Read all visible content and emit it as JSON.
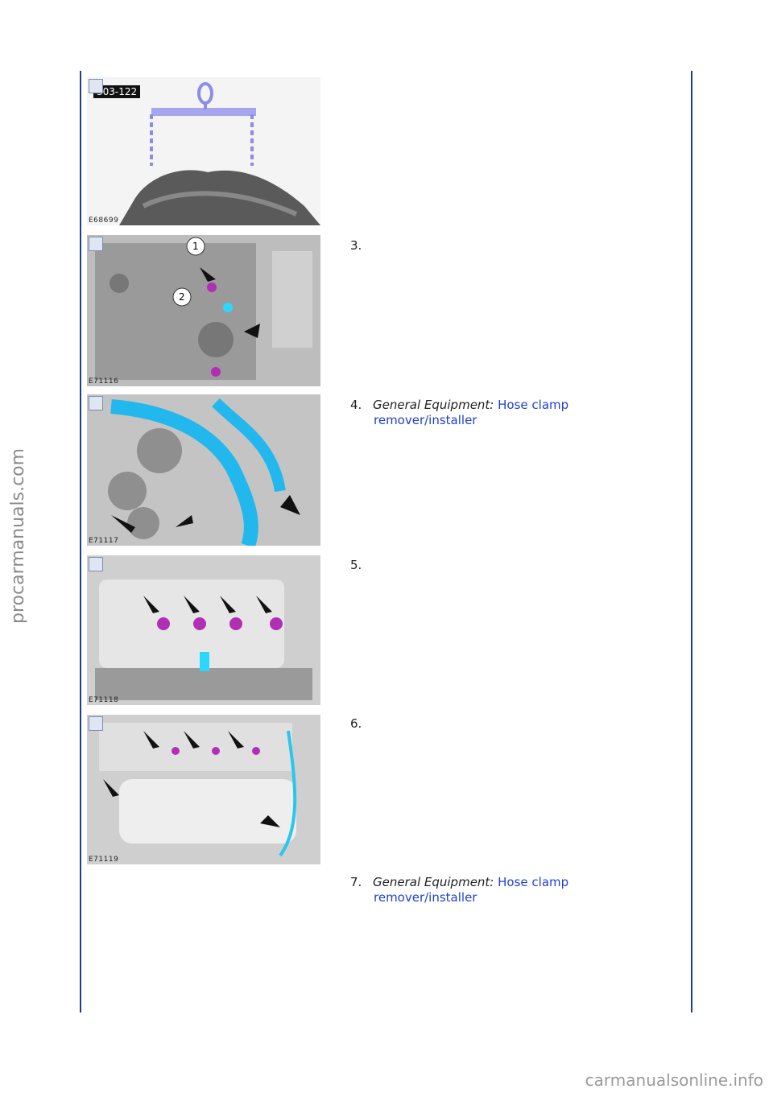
{
  "figures": [
    {
      "code": "E68699",
      "tool_label": "303-122"
    },
    {
      "code": "E71116",
      "callouts": [
        "1",
        "2"
      ]
    },
    {
      "code": "E71117"
    },
    {
      "code": "E71118"
    },
    {
      "code": "E71119"
    }
  ],
  "steps": [
    {
      "num": "3."
    },
    {
      "num": "4.",
      "equipment_label": "General Equipment:",
      "link_line1": "Hose clamp",
      "link_line2": "remover/installer"
    },
    {
      "num": "5."
    },
    {
      "num": "6."
    },
    {
      "num": "7.",
      "equipment_label": "General Equipment:",
      "link_line1": "Hose clamp",
      "link_line2": "remover/installer"
    }
  ],
  "watermark_side": "procarmanuals.com",
  "watermark_footer": "carmanualsonline.info"
}
